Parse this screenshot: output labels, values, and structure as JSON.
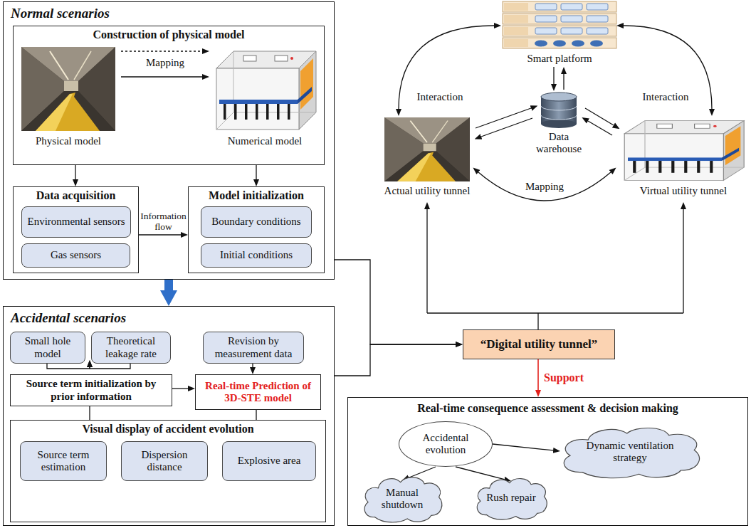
{
  "diagram": {
    "nodes": [
      {
        "text": [
          "Normal scenarios"
        ]
      },
      {
        "text": [
          "Construction of physical model"
        ],
        "in": 0
      },
      {
        "text": [
          "Data acquisition"
        ],
        "in": 0
      },
      {
        "text": [
          "Environmental sensors"
        ],
        "in": 2
      },
      {
        "text": [
          "Gas sensors"
        ],
        "in": 2
      },
      {
        "text": [
          "Model initialization"
        ],
        "in": 0
      },
      {
        "text": [
          "Boundary conditions"
        ],
        "in": 5
      },
      {
        "text": [
          "Initial conditions"
        ],
        "in": 5
      },
      {
        "text": [
          "Accidental scenarios"
        ]
      },
      {
        "text": [
          "Small hole model"
        ],
        "in": 8
      },
      {
        "text": [
          "Theoretical leakage rate"
        ],
        "in": 8
      },
      {
        "text": [
          "Revision by measurement data"
        ],
        "in": 8
      },
      {
        "text": [
          "Source term initialization by prior information"
        ],
        "in": 8
      },
      {
        "text": [
          "Real-time Prediction of 3D-STE model"
        ],
        "in": 8
      },
      {
        "text": [
          "Visual display of accident evolution"
        ],
        "in": 8
      },
      {
        "text": [
          "Source term estimation"
        ],
        "in": 14
      },
      {
        "text": [
          "Dispersion distance"
        ],
        "in": 14
      },
      {
        "text": [
          "Explosive area"
        ],
        "in": 14
      },
      {
        "text": [
          "“Digital utility tunnel”"
        ]
      },
      {
        "text": [
          "Real-time consequence assessment & decision making"
        ]
      },
      {
        "text": [
          "Accidental evolution"
        ],
        "in": 19
      },
      {
        "text": [
          "Dynamic ventilation strategy"
        ],
        "in": 19
      },
      {
        "text": [
          "Manual shutdown"
        ],
        "in": 19
      },
      {
        "text": [
          "Rush repair"
        ],
        "in": 19
      }
    ],
    "edges": [
      {
        "from": 1,
        "to": 2,
        "arrow": "to"
      },
      {
        "from": 1,
        "to": 5,
        "arrow": "to"
      },
      {
        "from": 2,
        "to": 5,
        "label": "Information flow",
        "arrow": "to"
      },
      {
        "from": 0,
        "to": 8,
        "arrow": "to"
      },
      {
        "from": 9,
        "to": 12,
        "arrow": "to"
      },
      {
        "from": 10,
        "to": 12,
        "arrow": "to"
      },
      {
        "from": 11,
        "to": 13,
        "arrow": "to"
      },
      {
        "from": 12,
        "to": 13,
        "arrow": "to"
      },
      {
        "from": 12,
        "to": 14,
        "arrow": "none"
      },
      {
        "from": 13,
        "to": 14,
        "arrow": "none"
      },
      {
        "from": 0,
        "to": 18,
        "arrow": "to"
      },
      {
        "from": 8,
        "to": 18,
        "arrow": "to"
      },
      {
        "from": 18,
        "to": 19,
        "label": "Support",
        "arrow": "to"
      },
      {
        "from": 20,
        "to": 21,
        "arrow": "to"
      },
      {
        "from": 20,
        "to": 22,
        "arrow": "to"
      },
      {
        "from": 20,
        "to": 23,
        "arrow": "to"
      }
    ],
    "labels": [
      "Physical model",
      "Numerical model",
      "Mapping",
      "Smart platform",
      "Interaction",
      "Interaction",
      "Data warehouse",
      "Actual utility tunnel",
      "Virtual utility tunnel",
      "Mapping"
    ]
  }
}
